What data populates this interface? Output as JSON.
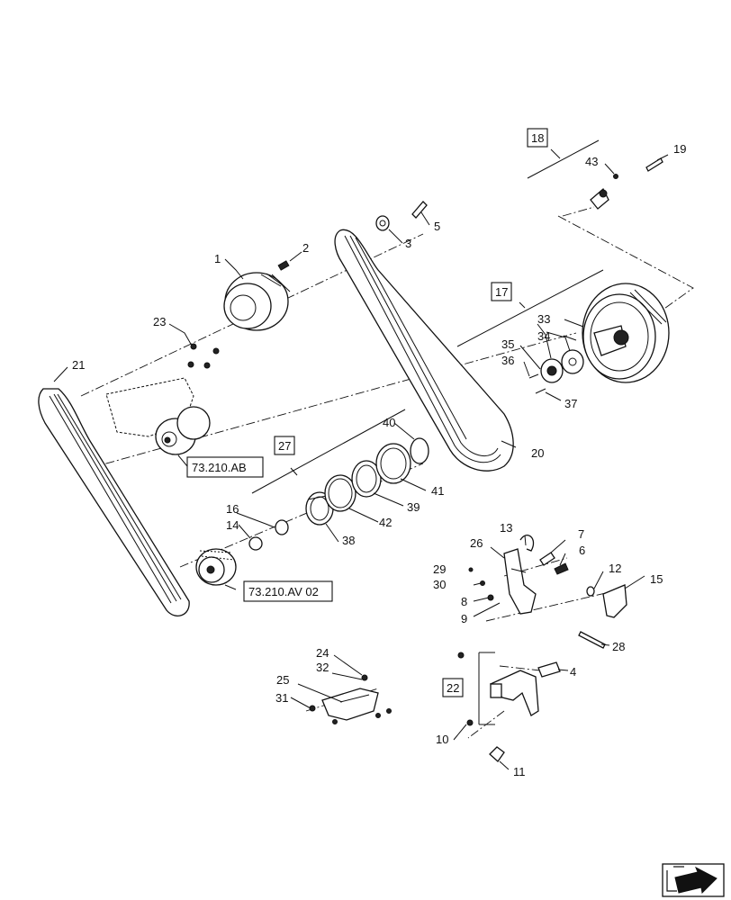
{
  "callouts": {
    "c1": "1",
    "c2": "2",
    "c3": "3",
    "c4": "4",
    "c5": "5",
    "c6": "6",
    "c7": "7",
    "c8": "8",
    "c9": "9",
    "c10": "10",
    "c11": "11",
    "c12": "12",
    "c13": "13",
    "c14": "14",
    "c15": "15",
    "c16": "16",
    "c19": "19",
    "c20": "20",
    "c21": "21",
    "c23": "23",
    "c24": "24",
    "c25": "25",
    "c26": "26",
    "c28": "28",
    "c29": "29",
    "c30": "30",
    "c31": "31",
    "c32": "32",
    "c33": "33",
    "c34": "34",
    "c35": "35",
    "c36": "36",
    "c37": "37",
    "c38": "38",
    "c39": "39",
    "c40": "40",
    "c41": "41",
    "c42": "42",
    "c43": "43"
  },
  "assemblies": {
    "a17": "17",
    "a18": "18",
    "a22": "22",
    "a27": "27"
  },
  "references": {
    "ref_ab": "73.210.AB",
    "ref_av": "73.210.AV 02"
  },
  "icons": {
    "nav": "next-page-arrow-icon"
  }
}
